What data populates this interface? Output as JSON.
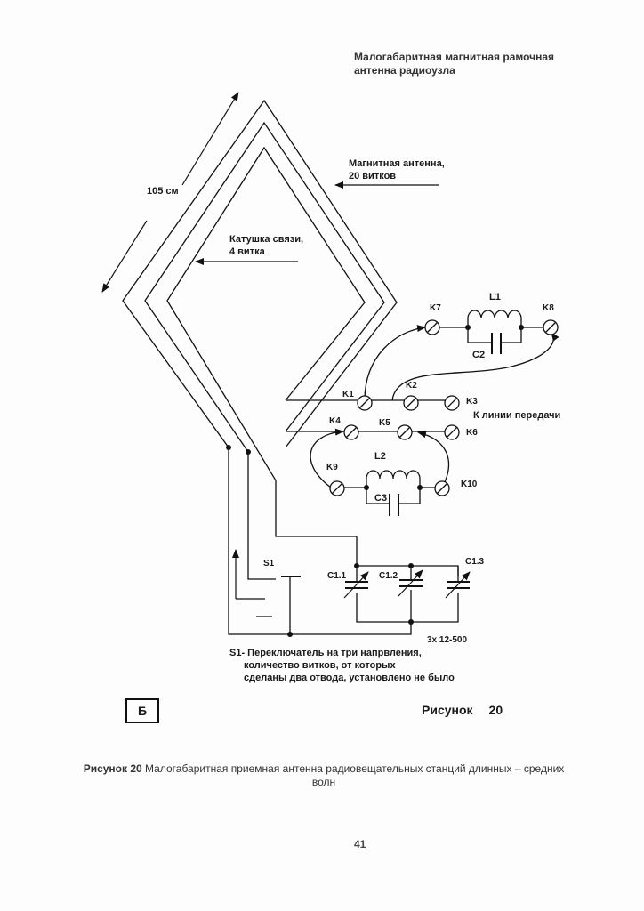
{
  "header": {
    "title_line1": "Малогабаритная магнитная рамочная",
    "title_line2": "антенна радиоузла"
  },
  "diagram": {
    "dimension_label": "105 см",
    "antenna_label_line1": "Магнитная антенна,",
    "antenna_label_line2": "20 витков",
    "coupling_label_line1": "Катушка связи,",
    "coupling_label_line2": "4 витка",
    "line_label": "К линии передачи",
    "capacitor_rating": "3х 12-500",
    "components": {
      "K1": "K1",
      "K2": "K2",
      "K3": "K3",
      "K4": "K4",
      "K5": "K5",
      "K6": "K6",
      "K7": "K7",
      "K8": "K8",
      "K9": "K9",
      "K10": "K10",
      "L1": "L1",
      "L2": "L2",
      "C2": "C2",
      "C3": "C3",
      "C1_1": "C1.1",
      "C1_2": "C1.2",
      "C1_3": "C1.3",
      "S1": "S1"
    }
  },
  "notes": {
    "s1_line1": "S1- Переключатель на три напрвления,",
    "s1_line2": "количество витков, от которых",
    "s1_line3": "сделаны два отвода, установлено не было"
  },
  "figure": {
    "box_label": "Б",
    "label": "Рисунок",
    "number": "20"
  },
  "caption": {
    "prefix": "Рисунок 20",
    "text": "Малогабаритная приемная антенна радиовещательных станций длинных – средних волн"
  },
  "page_number": "41"
}
